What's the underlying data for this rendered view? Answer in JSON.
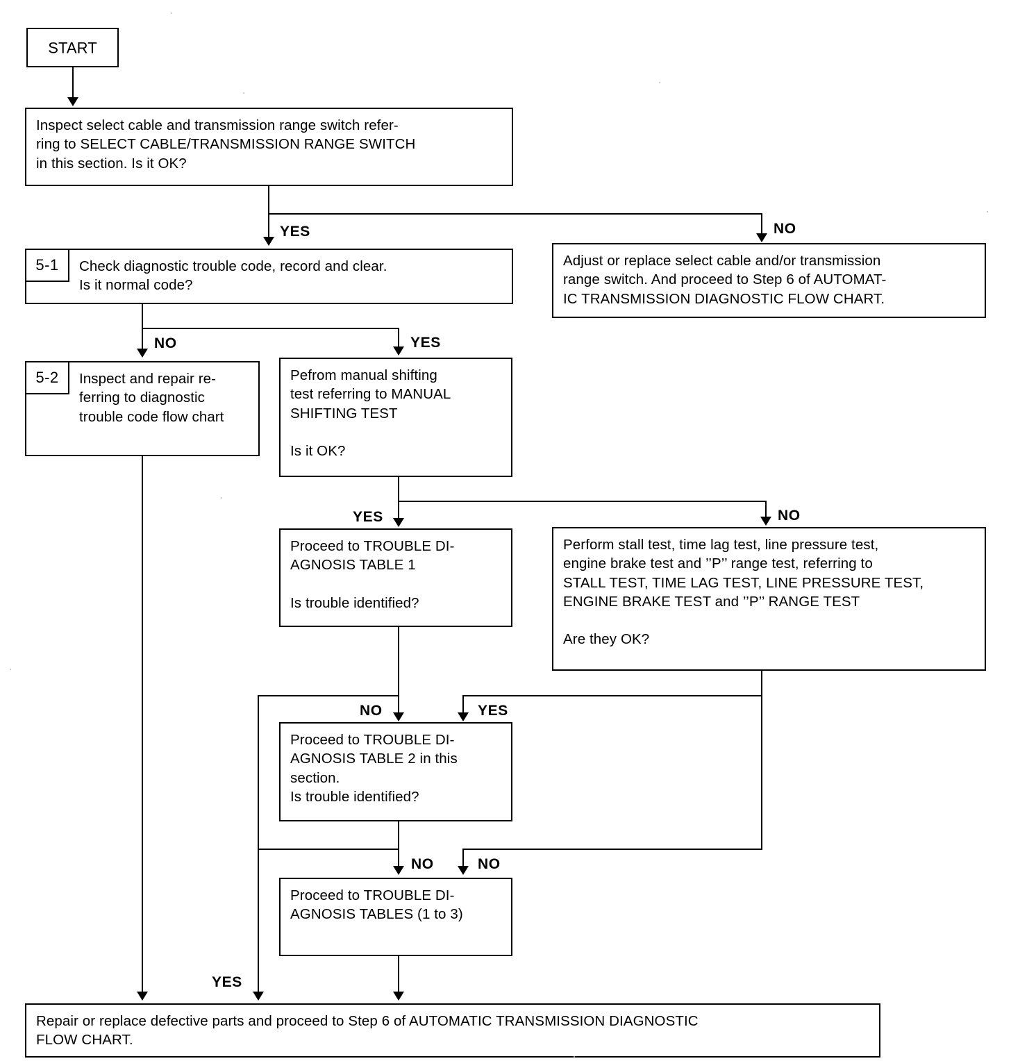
{
  "diagram": {
    "title": "Automatic transmission trouble diagnosis flow chart",
    "type": "flowchart",
    "line_color": "#000000",
    "background_color": "#ffffff"
  },
  "nodes": {
    "start": {
      "label": "START"
    },
    "inspect_cable": {
      "text": "Inspect select cable and transmission range switch refer-\nring to SELECT CABLE/TRANSMISSION RANGE SWITCH\nin this section. Is it OK?"
    },
    "step_5_1": {
      "step": "5-1",
      "text": "Check diagnostic trouble code, record and clear.\nIs it normal code?"
    },
    "adjust_replace": {
      "text": "Adjust or replace select cable and/or transmission\nrange switch. And proceed to Step 6 of AUTOMAT-\nIC TRANSMISSION DIAGNOSTIC FLOW CHART."
    },
    "step_5_2": {
      "step": "5-2",
      "text": "Inspect and repair re-\n        ferring to diagnostic\ntrouble code flow chart"
    },
    "manual_shift": {
      "text": "Pefrom  manual  shifting\ntest referring to MANUAL\nSHIFTING   TEST\n\nIs it OK?"
    },
    "table_1": {
      "text": "Proceed  to  TROUBLE DI-\nAGNOSIS TABLE 1\n\nIs trouble identified?"
    },
    "stall_tests": {
      "text": "Perform stall test, time lag test, line pressure test,\nengine brake test and ’’P’’ range test, referring to\nSTALL TEST, TIME LAG TEST, LINE PRESSURE TEST,\nENGINE BRAKE TEST and ’’P’’ RANGE TEST\n\nAre they OK?"
    },
    "table_2": {
      "text": "Proceed  to  TROUBLE DI-\nAGNOSIS TABLE 2 in this\nsection.\nIs trouble identified?"
    },
    "tables_1_to_3": {
      "text": "Proceed  to  TROUBLE DI-\nAGNOSIS TABLES (1 to 3)"
    },
    "repair_replace": {
      "text": "Repair or replace defective parts and proceed to Step 6 of AUTOMATIC TRANSMISSION DIAGNOSTIC\nFLOW CHART."
    }
  },
  "edge_labels": {
    "inspect_yes": "YES",
    "inspect_no": "NO",
    "step51_no": "NO",
    "step51_yes": "YES",
    "manual_yes": "YES",
    "manual_no": "NO",
    "table1_no": "NO",
    "stall_yes": "YES",
    "table2_no": "NO",
    "stall_no": "NO",
    "step52_yes": "YES"
  }
}
